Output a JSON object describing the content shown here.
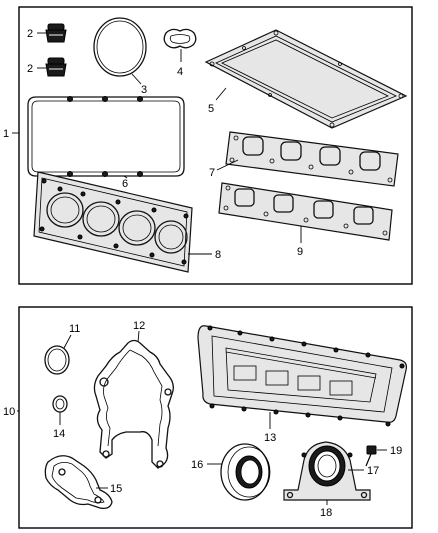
{
  "figure": {
    "group_labels": {
      "upper": "1",
      "lower": "10"
    },
    "callouts": {
      "p2a": "2",
      "p2b": "2",
      "p3": "3",
      "p4": "4",
      "p5": "5",
      "p6": "6",
      "p7": "7",
      "p8": "8",
      "p9": "9",
      "p11": "11",
      "p12": "12",
      "p13": "13",
      "p14": "14",
      "p15": "15",
      "p16": "16",
      "p17": "17",
      "p18": "18",
      "p19": "19"
    }
  }
}
